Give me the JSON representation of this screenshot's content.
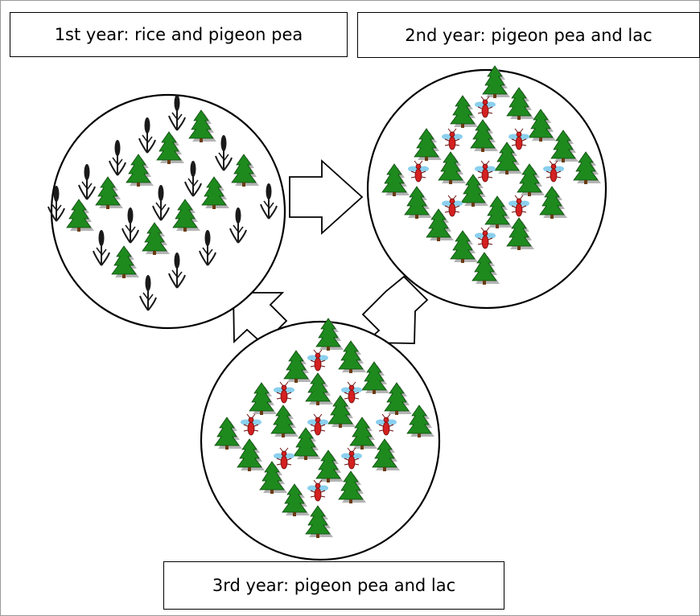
{
  "labels": {
    "year1": "1st year: rice and pigeon pea",
    "year2": "2nd year: pigeon pea and lac",
    "year3": "3rd year: pigeon pea and lac"
  },
  "colors": {
    "tree": "#1e8a1e",
    "tree_shadow": "#b4b4b4",
    "rice": "#1a1a1a",
    "lac_insect": "#d42020",
    "lac_wing": "#8ad0ee"
  },
  "icons": {
    "pigeon_pea": "pigeon-pea-tree-icon",
    "rice": "rice-plant-icon",
    "lac": "lac-insect-icon"
  }
}
